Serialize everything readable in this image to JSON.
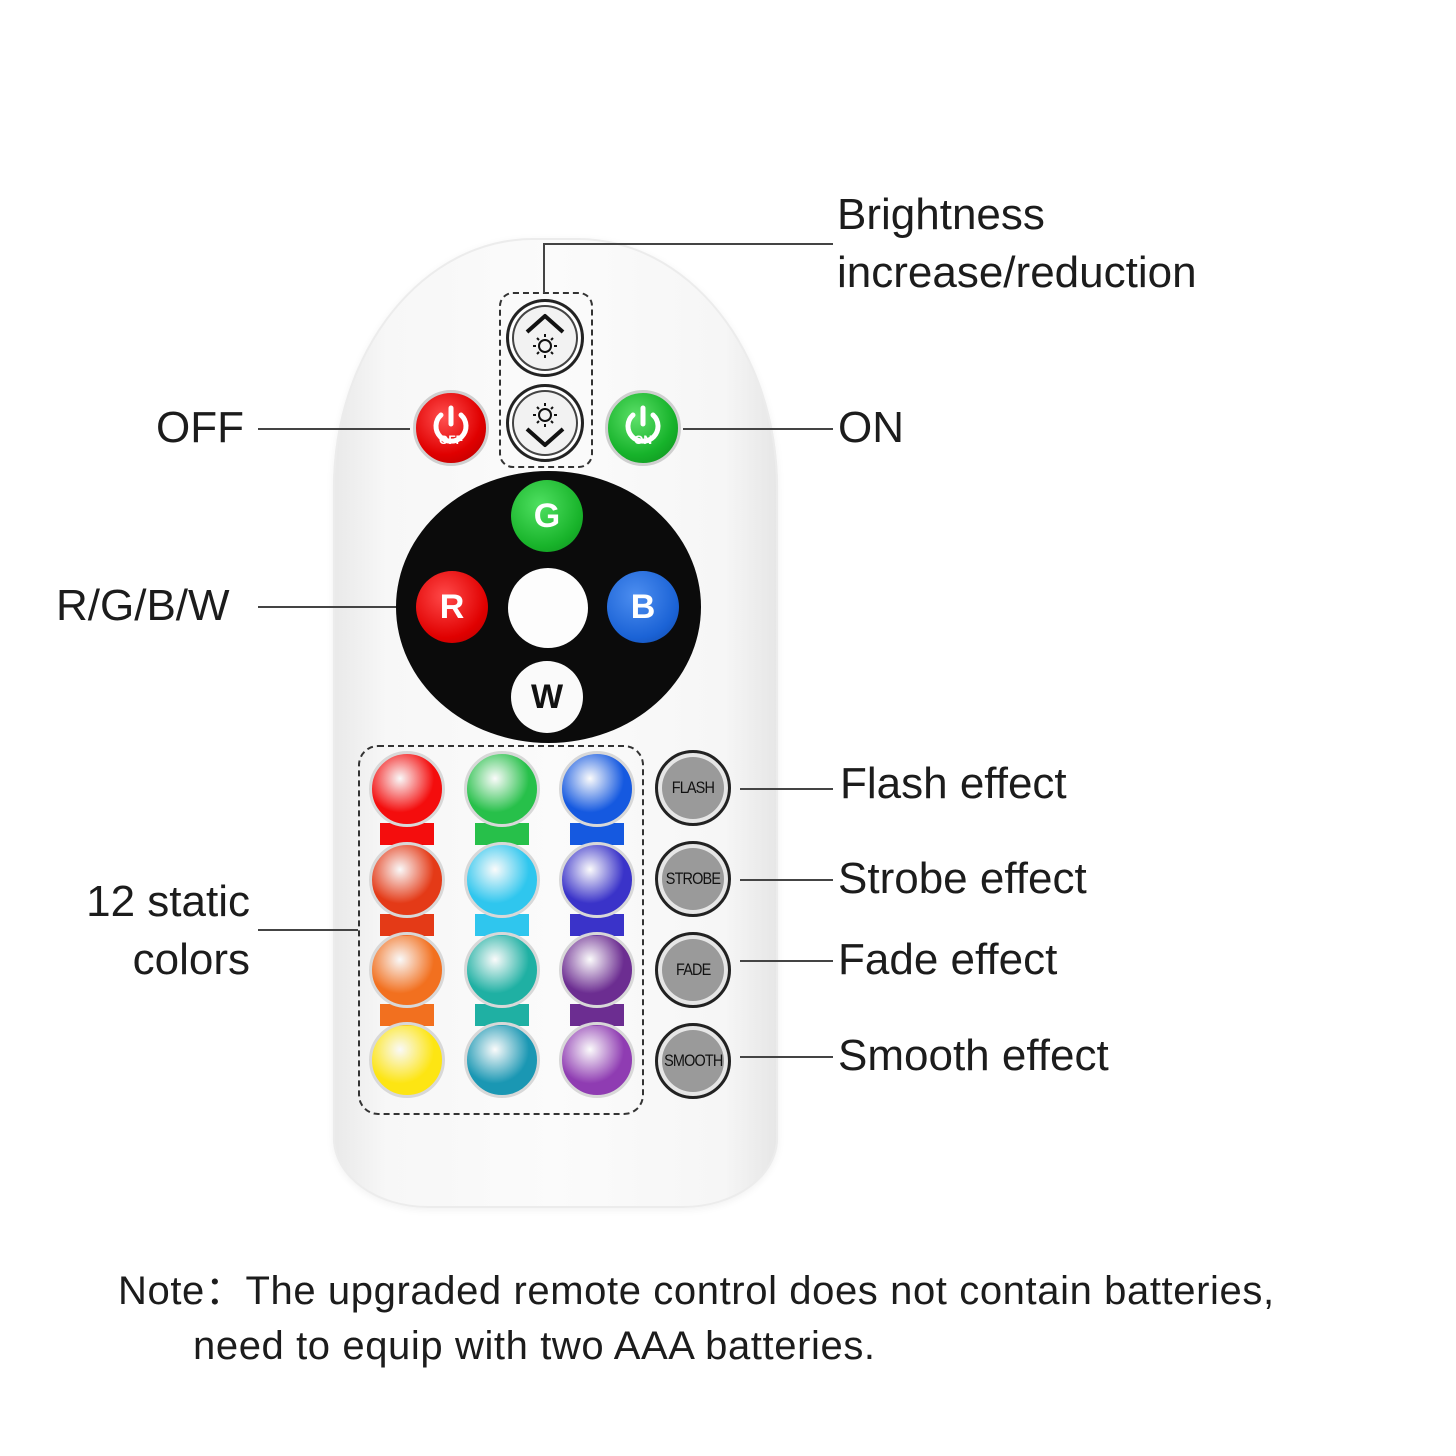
{
  "labels": {
    "brightness_line1": "Brightness",
    "brightness_line2": "increase/reduction",
    "off": "OFF",
    "on": "ON",
    "rgbw": "R/G/B/W",
    "static_line1": "12 static",
    "static_line2": "colors",
    "flash_effect": "Flash effect",
    "strobe_effect": "Strobe effect",
    "fade_effect": "Fade effect",
    "smooth_effect": "Smooth effect"
  },
  "buttons": {
    "off_text": "OFF",
    "on_text": "ON",
    "g": "G",
    "r": "R",
    "b": "B",
    "w": "W",
    "flash": "FLASH",
    "strobe": "STROBE",
    "fade": "FADE",
    "smooth": "SMOOTH"
  },
  "icons": {
    "brightness_up": "brightness-up-icon",
    "brightness_down": "brightness-down-icon",
    "power": "power-icon"
  },
  "colors": {
    "red": "#e00000",
    "green": "#18b32a",
    "blue": "#1b63d6",
    "swatches": [
      [
        "#f40d0d",
        "#27c04a",
        "#1559e0"
      ],
      [
        "#e43a17",
        "#2fc6ee",
        "#3a33c9"
      ],
      [
        "#f2701f",
        "#1fb0a3",
        "#6c2d91"
      ],
      [
        "#fde513",
        "#1a97b3",
        "#8f3cb2"
      ]
    ]
  },
  "note": {
    "line1": "Note：The upgraded remote control does not contain batteries,",
    "line2": "need to equip with two AAA batteries."
  }
}
